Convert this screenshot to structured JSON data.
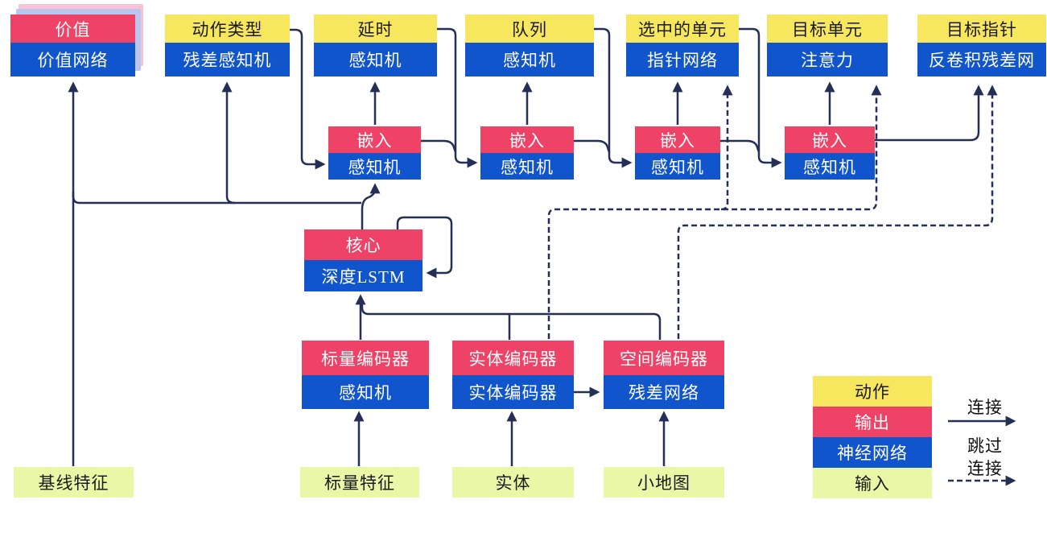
{
  "colors": {
    "action_yellow": "#f7e75f",
    "output_red": "#ee4266",
    "network_blue": "#1155cc",
    "input_green": "#eaf7a6",
    "wire_navy": "#232f55",
    "stack_shadow_pink": "#f9c2d4",
    "stack_shadow_blue": "#b9c6f0"
  },
  "heads": [
    {
      "action": "价值",
      "network": "价值网络"
    },
    {
      "action": "动作类型",
      "network": "残差感知机"
    },
    {
      "action": "延时",
      "network": "感知机"
    },
    {
      "action": "队列",
      "network": "感知机"
    },
    {
      "action": "选中的单元",
      "network": "指针网络"
    },
    {
      "action": "目标单元",
      "network": "注意力"
    },
    {
      "action": "目标指针",
      "network": "反卷积残差网"
    }
  ],
  "embeds": [
    {
      "output": "嵌入",
      "network": "感知机"
    },
    {
      "output": "嵌入",
      "network": "感知机"
    },
    {
      "output": "嵌入",
      "network": "感知机"
    },
    {
      "output": "嵌入",
      "network": "感知机"
    }
  ],
  "core": {
    "output": "核心",
    "network": "深度LSTM"
  },
  "encoders": [
    {
      "output": "标量编码器",
      "network": "感知机"
    },
    {
      "output": "实体编码器",
      "network": "实体编码器"
    },
    {
      "output": "空间编码器",
      "network": "残差网络"
    }
  ],
  "inputs": [
    "基线特征",
    "标量特征",
    "实体",
    "小地图"
  ],
  "legend": {
    "action": "动作",
    "output": "输出",
    "network": "神经网络",
    "input": "输入",
    "solid_label": "连接",
    "dashed_label_line1": "跳过",
    "dashed_label_line2": "连接"
  }
}
